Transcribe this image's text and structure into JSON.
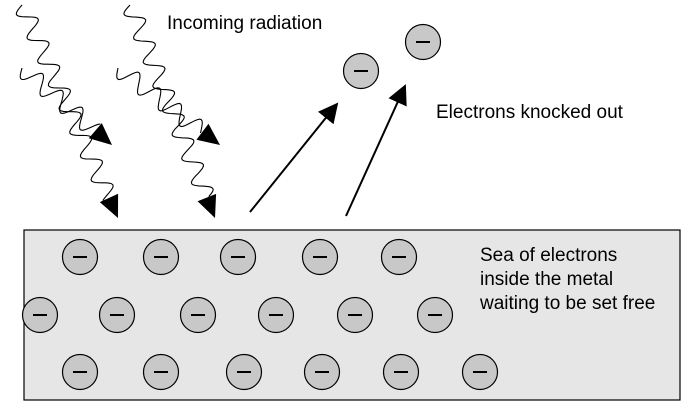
{
  "labels": {
    "incoming": "Incoming radiation",
    "knocked_out": "Electrons knocked out",
    "sea_lines": [
      "Sea of electrons",
      "inside the metal",
      "waiting to be set free"
    ]
  },
  "electron": {
    "sign": "−"
  },
  "counts": {
    "electrons_in_metal": 17,
    "electrons_knocked_out": 2,
    "radiation_waves": 4
  },
  "colors": {
    "metal_fill": "#e6e6e6",
    "electron_fill": "#c8c8c8",
    "stroke": "#000000",
    "background": "#ffffff"
  },
  "icons": {
    "electron": "minus-in-circle",
    "radiation": "wavy-arrow"
  }
}
